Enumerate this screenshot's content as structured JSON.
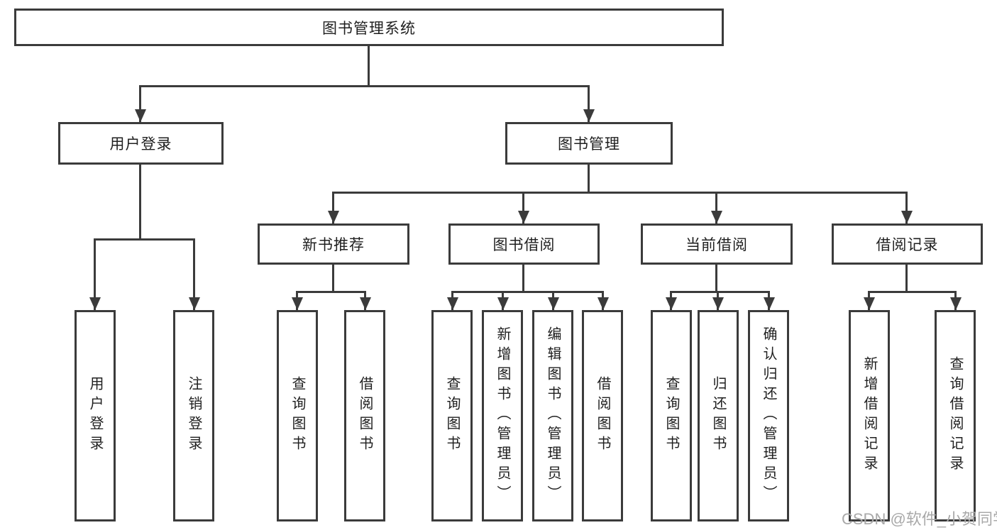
{
  "diagram": {
    "root": {
      "label": "图书管理系统"
    },
    "branches": {
      "user_login": {
        "label": "用户登录"
      },
      "book_mgmt": {
        "label": "图书管理"
      }
    },
    "modules": {
      "new_book_rec": {
        "label": "新书推荐"
      },
      "book_borrow": {
        "label": "图书借阅"
      },
      "current_borrow": {
        "label": "当前借阅"
      },
      "borrow_records": {
        "label": "借阅记录"
      }
    },
    "leaves": {
      "user_login_1": {
        "label": "用户登录"
      },
      "user_login_2": {
        "label": "注销登录"
      },
      "new_book_rec_1": {
        "label": "查询图书"
      },
      "new_book_rec_2": {
        "label": "借阅图书"
      },
      "book_borrow_1": {
        "label": "查询图书"
      },
      "book_borrow_2": {
        "label": "新增图书（管理员）"
      },
      "book_borrow_3": {
        "label": "编辑图书（管理员）"
      },
      "book_borrow_4": {
        "label": "借阅图书"
      },
      "current_borrow_1": {
        "label": "查询图书"
      },
      "current_borrow_2": {
        "label": "归还图书"
      },
      "current_borrow_3": {
        "label": "确认归还（管理员）"
      },
      "borrow_records_1": {
        "label": "新增借阅记录"
      },
      "borrow_records_2": {
        "label": "查询借阅记录"
      }
    }
  },
  "watermark": {
    "text": "CSDN @软件_小贺同学"
  },
  "colors": {
    "line": "#3b3b3b",
    "text": "#1f1f1f",
    "watermark": "#a9a9a9",
    "background": "#ffffff"
  }
}
